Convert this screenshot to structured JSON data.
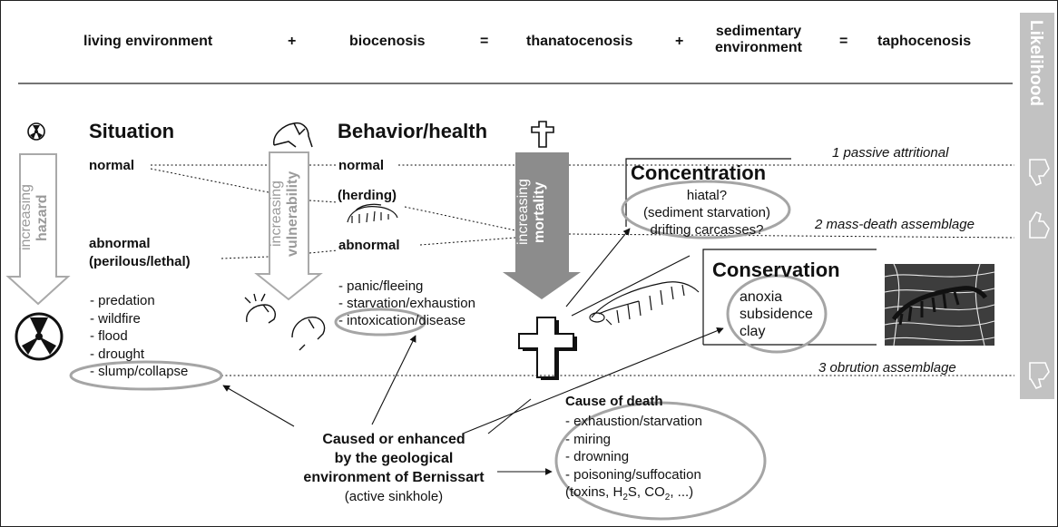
{
  "equation": {
    "term1": "living environment",
    "op1": "+",
    "term2": "biocenosis",
    "op2": "=",
    "term3": "thanatocenosis",
    "op3": "+",
    "term4_line1": "sedimentary",
    "term4_line2": "environment",
    "op4": "=",
    "term5": "taphocenosis"
  },
  "likelihood_label": "Likelihood",
  "situation": {
    "heading": "Situation",
    "normal": "normal",
    "abnormal_line1": "abnormal",
    "abnormal_line2": "(perilous/lethal)",
    "hazard_word1": "increasing",
    "hazard_word2": "hazard",
    "list": [
      "- predation",
      "- wildfire",
      "- flood",
      "- drought",
      "- slump/collapse"
    ]
  },
  "behavior": {
    "heading": "Behavior/health",
    "normal": "normal",
    "herding": "(herding)",
    "abnormal": "abnormal",
    "vuln_word1": "increasing",
    "vuln_word2": "vulnerability",
    "list": [
      "- panic/fleeing",
      "- starvation/exhaustion",
      "- intoxication/disease"
    ]
  },
  "mortality": {
    "word1": "increasing",
    "word2": "mortality"
  },
  "concentration": {
    "heading": "Concentration",
    "lines": [
      "hiatal?",
      "(sediment starvation)",
      "drifting carcasses?"
    ]
  },
  "conservation": {
    "heading": "Conservation",
    "lines": [
      "anoxia",
      "subsidence",
      "clay"
    ]
  },
  "assemblages": {
    "a1": "1 passive attritional",
    "a2": "2 mass-death assemblage",
    "a3": "3 obrution assemblage"
  },
  "cause_of_death": {
    "heading": "Cause of death",
    "lines": [
      "- exhaustion/starvation",
      "- miring",
      "- drowning",
      "- poisoning/suffocation"
    ],
    "last_prefix": "(toxins, H",
    "last_sub1": "2",
    "last_mid": "S, CO",
    "last_sub2": "2",
    "last_suffix": ", ...)"
  },
  "caused": {
    "line1": "Caused or enhanced",
    "line2": "by the geological",
    "line3": "environment of Bernissart",
    "line4": "(active sinkhole)"
  },
  "colors": {
    "arrow_gray": "#a9a9a9",
    "mortality_gray": "#8c8c8c",
    "ellipse_gray": "#a5a5a5",
    "likelihood_bar": "#c2c2c2"
  }
}
